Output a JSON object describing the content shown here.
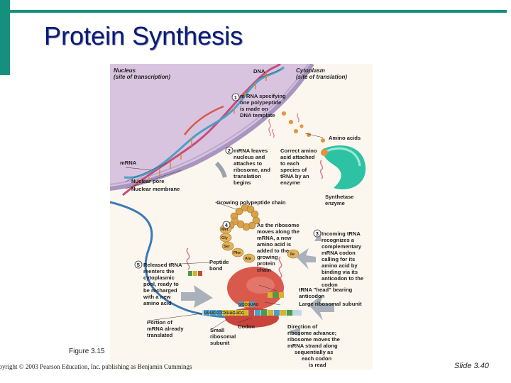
{
  "slide_title": "Protein Synthesis",
  "figure_caption": "Figure 3.15",
  "copyright": "opyright © 2003 Pearson Education, Inc. publishing as Benjamin Cummings",
  "slide_number": "Slide 3.40",
  "diagram": {
    "nucleus_title": "Nucleus",
    "nucleus_sub": "(site of transcription)",
    "cytoplasm_title": "Cytoplasm",
    "cytoplasm_sub": "(site of translation)",
    "dna": "DNA",
    "mrna": "mRNA",
    "amino_acids": "Amino acids",
    "nuclear_pore": "Nuclear pore",
    "nuclear_membrane": "Nuclear membrane",
    "synthetase": [
      "Synthetase",
      "enzyme"
    ],
    "growing_chain": "Growing polypeptide chain",
    "peptide_bond": [
      "Peptide",
      "bond"
    ],
    "trna_head": [
      "tRNA \"head\" bearing",
      "anticodon"
    ],
    "large_subunit": "Large ribosomal subunit",
    "small_subunit": [
      "Small",
      "ribosomal",
      "subunit"
    ],
    "codon": "Codon",
    "portion_mrna": [
      "Portion of",
      "mRNA already",
      "translated"
    ],
    "direction": [
      "Direction of",
      "ribosome advance;",
      "ribosome moves the",
      "mRNA strand along",
      "sequentially as",
      "each codon",
      "is read"
    ],
    "step1": [
      "m RNA specifying",
      "one polypeptide",
      "is made on",
      "DNA template"
    ],
    "step2": [
      "mRNA leaves",
      "nucleus and",
      "attaches to",
      "ribosome, and",
      "translation",
      "begins"
    ],
    "correct_amino": [
      "Correct amino",
      "acid attached",
      "to each",
      "species of",
      "tRNA by an",
      "enzyme"
    ],
    "step3": [
      "Incoming tRNA",
      "recognizes a",
      "complementary",
      "mRNA codon",
      "calling for its",
      "amino acid by",
      "binding via its",
      "anticodon to the",
      "codon"
    ],
    "step4": [
      "As the ribosome",
      "moves along the",
      "mRNA, a new",
      "amino acid is",
      "added to the",
      "growing",
      "protein",
      "chain"
    ],
    "step5": [
      "Released tRNA",
      "reenters the",
      "cytoplasmic",
      "pool, ready to",
      "be recharged",
      "with a new",
      "amino acid"
    ],
    "step_numbers": [
      "1",
      "2",
      "3",
      "4",
      "5"
    ],
    "amino_residues": [
      "Met",
      "Gly",
      "Ser",
      "Phe",
      "Ala"
    ],
    "incoming_aa": "Ile",
    "mrna_bases": "UUUCCCCXUAGUCG",
    "anticodon_bases": "GCCGUAU"
  }
}
